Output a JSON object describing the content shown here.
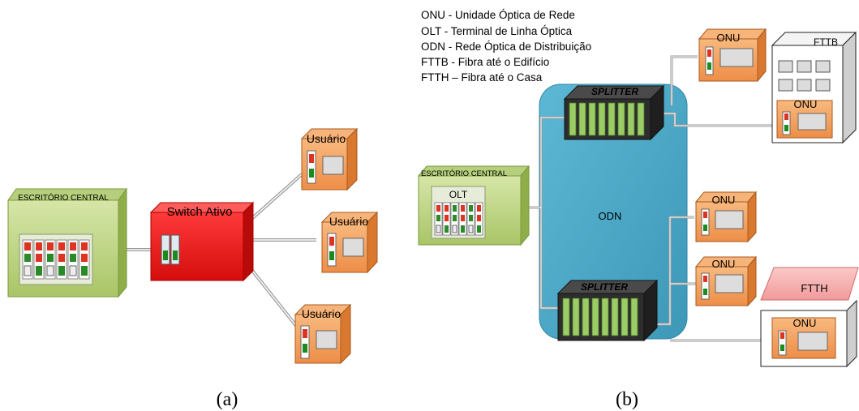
{
  "diagram_a": {
    "caption": "(a)",
    "central_office": "ESCRITÓRIO CENTRAL",
    "switch": "Switch Ativo",
    "users": [
      "Usuário",
      "Usuário",
      "Usuário"
    ]
  },
  "diagram_b": {
    "caption": "(b)",
    "legend": [
      "ONU - Unidade Óptica de Rede",
      "OLT - Terminal de Linha Óptica",
      "ODN - Rede Óptica de Distribuição",
      "FTTB - Fibra até o Edifício",
      "FTTH – Fibra até o Casa"
    ],
    "central_office": "ESCRITÓRIO CENTRAL",
    "olt": "OLT",
    "odn": "ODN",
    "splitter": "SPLITTER",
    "onu": "ONU",
    "fttb": "FTTB",
    "ftth": "FTTH"
  },
  "colors": {
    "orange_face": "#f5a262",
    "orange_side": "#d9782f",
    "green_face": "#c4d98f",
    "green_side": "#8fae4a",
    "switch_red": "#ee1c1c",
    "odn_blue": "#4aa9c8",
    "splitter_dark": "#2d2d2d",
    "port_green": "#9ccc65"
  }
}
